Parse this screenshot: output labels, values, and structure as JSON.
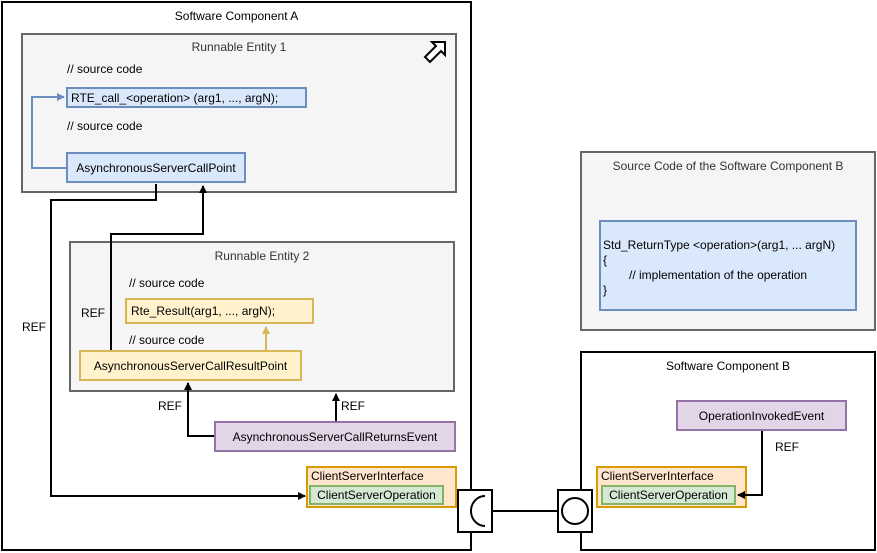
{
  "component_a": {
    "title": "Software Component A",
    "runnable1": {
      "title": "Runnable Entity 1",
      "comment1": "// source code",
      "call": "RTE_call_<operation> (arg1, ..., argN);",
      "comment2": "// source code",
      "call_point": "AsynchronousServerCallPoint"
    },
    "runnable2": {
      "title": "Runnable Entity 2",
      "comment1": "// source code",
      "result": "Rte_Result(arg1, ..., argN);",
      "comment2": "// source code",
      "result_point": "AsynchronousServerCallResultPoint"
    },
    "event": "AsynchronousServerCallReturnsEvent",
    "interface": {
      "title": "ClientServerInterface",
      "operation": "ClientServerOperation"
    }
  },
  "source_b": {
    "title": "Source Code of the Software Component B",
    "code": {
      "line1": "Std_ReturnType <operation>(arg1, ... argN)",
      "line2": "{",
      "line3": "// implementation of the operation",
      "line4": "}"
    }
  },
  "component_b": {
    "title": "Software Component B",
    "event": "OperationInvokedEvent",
    "interface": {
      "title": "ClientServerInterface",
      "operation": "ClientServerOperation"
    }
  },
  "labels": {
    "ref_left": "REF",
    "ref_mid": "REF",
    "ref_event_left": "REF",
    "ref_event_right": "REF",
    "ref_b": "REF"
  },
  "colors": {
    "blue_fill": "#dae8fc",
    "blue_stroke": "#6c8ebf",
    "yellow_fill": "#fff2cc",
    "yellow_stroke": "#d6b656",
    "purple_fill": "#e1d5e7",
    "purple_stroke": "#9673a6",
    "orange_fill": "#ffe6cc",
    "orange_stroke": "#d79b00",
    "green_fill": "#d5e8d4",
    "green_stroke": "#82b366",
    "gray_fill": "#f5f5f5",
    "gray_stroke": "#666666"
  },
  "icons": [
    "external-link-arrow-icon",
    "required-port-icon",
    "provided-port-icon"
  ]
}
